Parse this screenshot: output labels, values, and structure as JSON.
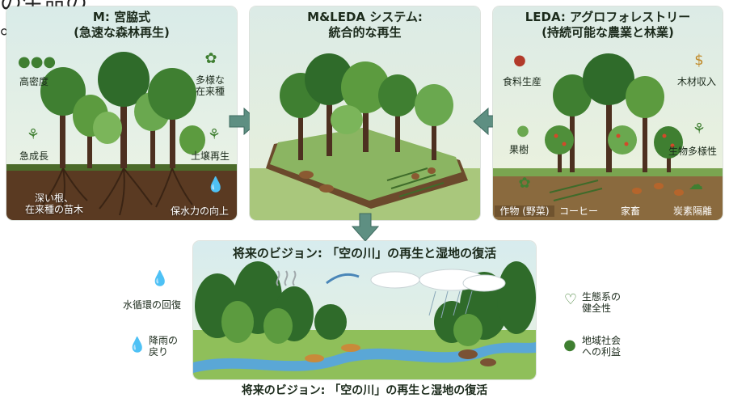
{
  "corner_text": "の生命の\n。",
  "panel_m": {
    "title_line1": "M: 宮脇式",
    "title_line2": "(急速な森林再生)",
    "labels": {
      "high_density": "高密度",
      "native_species": "多様な\n在来種",
      "fast_growth": "急成長",
      "soil_regen": "土壌再生",
      "deep_roots": "深い根、\n在来種の苗木",
      "water_retention": "保水力の向上"
    }
  },
  "panel_center": {
    "title_line1": "M&LEDA システム:",
    "title_line2": "統合的な再生"
  },
  "panel_leda": {
    "title_line1": "LEDA: アグロフォレストリー",
    "title_line2": "(持続可能な農業と林業)",
    "labels": {
      "food": "食料生産",
      "timber": "木材収入",
      "fruit": "果樹",
      "biodiversity": "生物多様性",
      "crops": "作物 (野菜)",
      "coffee": "コーヒー",
      "livestock": "家畜",
      "carbon": "炭素隔離"
    }
  },
  "panel_vision": {
    "title": "将来のビジョン: 「空の川」の再生と湿地の復活"
  },
  "side_labels": {
    "water_cycle": "水循環の回復",
    "rain_return": "降雨の\n戻り",
    "eco_health": "生態系の\n健全性",
    "community": "地域社会\nへの利益"
  },
  "bottom_caption": "将来のビジョン: 「空の川」の再生と湿地の復活",
  "colors": {
    "sky": "#cfe6e6",
    "forest_dark": "#2f6b2a",
    "forest_light": "#6aa84f",
    "soil": "#5a3a22",
    "arrow": "#5e8f82",
    "river": "#5aa7d6"
  }
}
